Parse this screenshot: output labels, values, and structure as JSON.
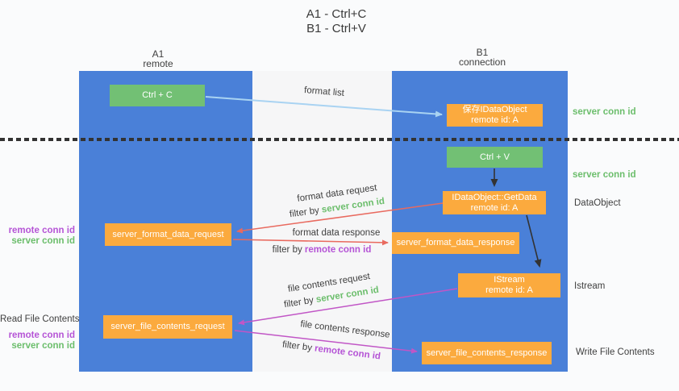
{
  "title": {
    "line1": "A1 - Ctrl+C",
    "line2": "B1 - Ctrl+V"
  },
  "columns": {
    "a": {
      "name": "A1",
      "role": "remote"
    },
    "b": {
      "name": "B1",
      "role": "connection"
    }
  },
  "nodes": {
    "ctrl_c": "Ctrl + C",
    "ctrl_v": "Ctrl + V",
    "save_idataobject": {
      "line1": "保存IDataObject",
      "line2": "remote id: A"
    },
    "getdata": {
      "line1": "IDataObject::GetData",
      "line2": "remote id: A"
    },
    "istream": {
      "line1": "IStream",
      "line2": "remote id: A"
    },
    "format_request": "server_format_data_request",
    "format_response": "server_format_data_response",
    "file_request": "server_file_contents_request",
    "file_response": "server_file_contents_response"
  },
  "arrows": {
    "format_list": "format list",
    "format_data_request": "format data request",
    "format_data_response": "format data response",
    "file_contents_request": "file contents request",
    "file_contents_response": "file contents response",
    "filter_by": "filter by "
  },
  "terms": {
    "server_conn_id": "server conn id",
    "remote_conn_id": "remote conn id"
  },
  "side_labels": {
    "dataobject": "DataObject",
    "istream": "Istream",
    "read_file_contents": "Read File Contents",
    "write_file_contents": "Write File Contents"
  },
  "colors": {
    "column_blue": "#4a80d8",
    "box_green": "#72c074",
    "box_orange": "#fbaa3e",
    "arrow_lightblue": "#a9d3f2",
    "arrow_black": "#333333",
    "arrow_red": "#e96a5f",
    "arrow_magenta": "#c156c6",
    "text_green": "#6cbe6c",
    "text_purple": "#b554d6",
    "text_dark": "#3c3c3c"
  }
}
